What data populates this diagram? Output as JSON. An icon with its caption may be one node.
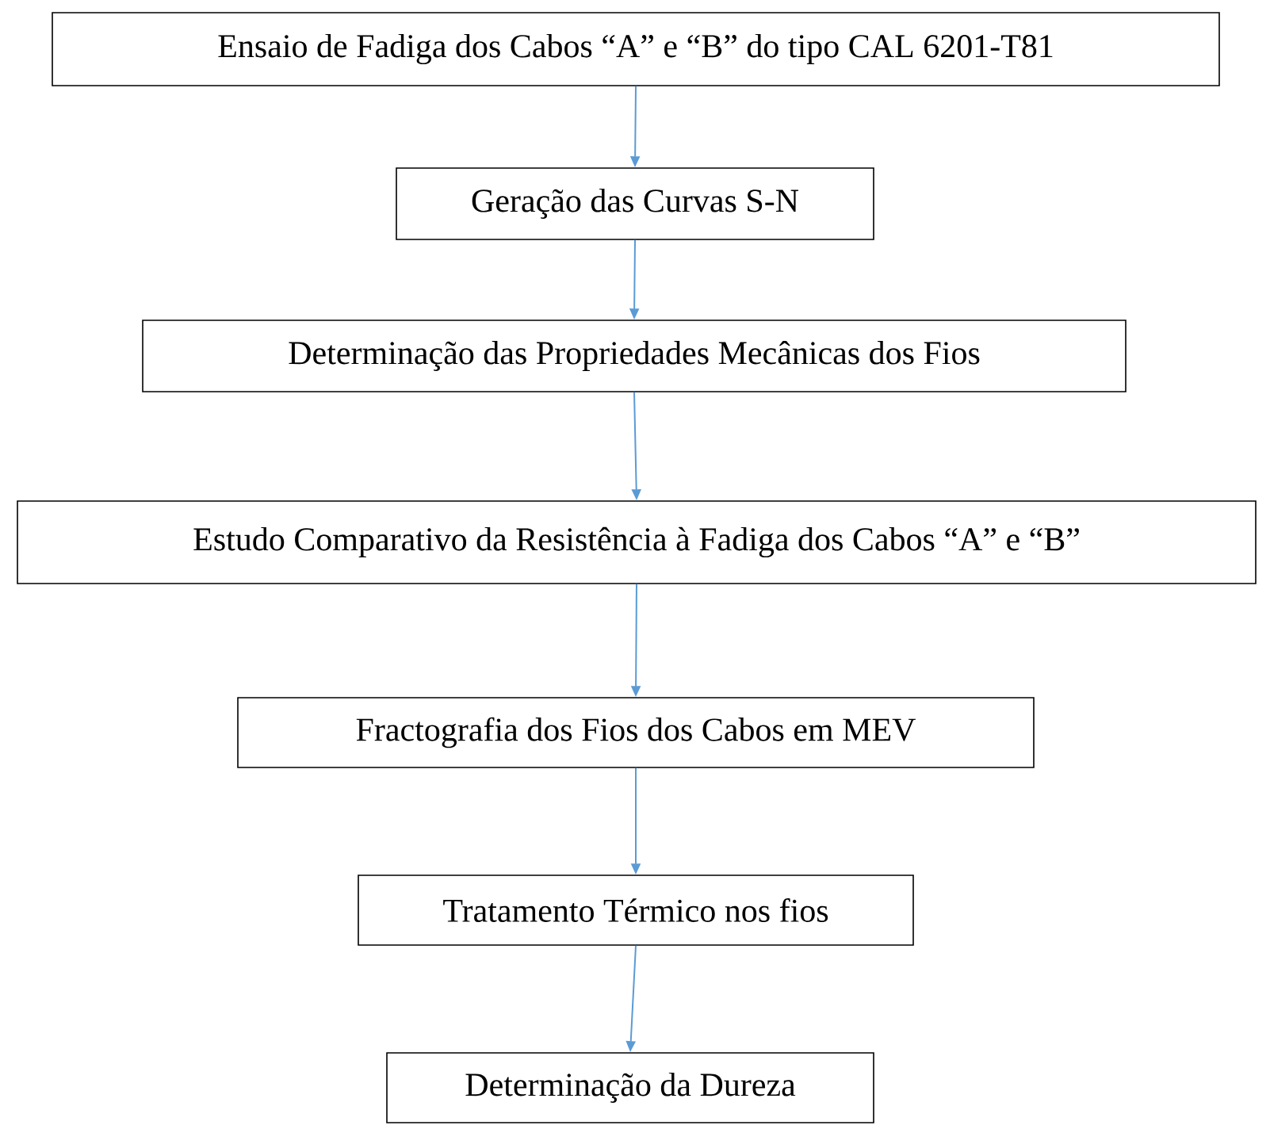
{
  "diagram": {
    "nodes": [
      {
        "text": [
          "Ensaio de Fadiga dos Cabos “A” e “B” do tipo CAL 6201-T81"
        ]
      },
      {
        "text": [
          "Geração das Curvas S-N"
        ]
      },
      {
        "text": [
          "Determinação das Propriedades Mecânicas dos Fios"
        ]
      },
      {
        "text": [
          "Estudo Comparativo da Resistência à Fadiga dos Cabos “A” e “B”"
        ]
      },
      {
        "text": [
          "Fractografia dos Fios dos Cabos em MEV"
        ]
      },
      {
        "text": [
          "Tratamento Térmico nos fios"
        ]
      },
      {
        "text": [
          "Determinação da Dureza"
        ]
      }
    ],
    "edges": [
      {
        "from": 0,
        "to": 1,
        "arrow": "to"
      },
      {
        "from": 1,
        "to": 2,
        "arrow": "to"
      },
      {
        "from": 2,
        "to": 3,
        "arrow": "to"
      },
      {
        "from": 3,
        "to": 4,
        "arrow": "to"
      },
      {
        "from": 4,
        "to": 5,
        "arrow": "to"
      },
      {
        "from": 5,
        "to": 6,
        "arrow": "to"
      }
    ]
  }
}
